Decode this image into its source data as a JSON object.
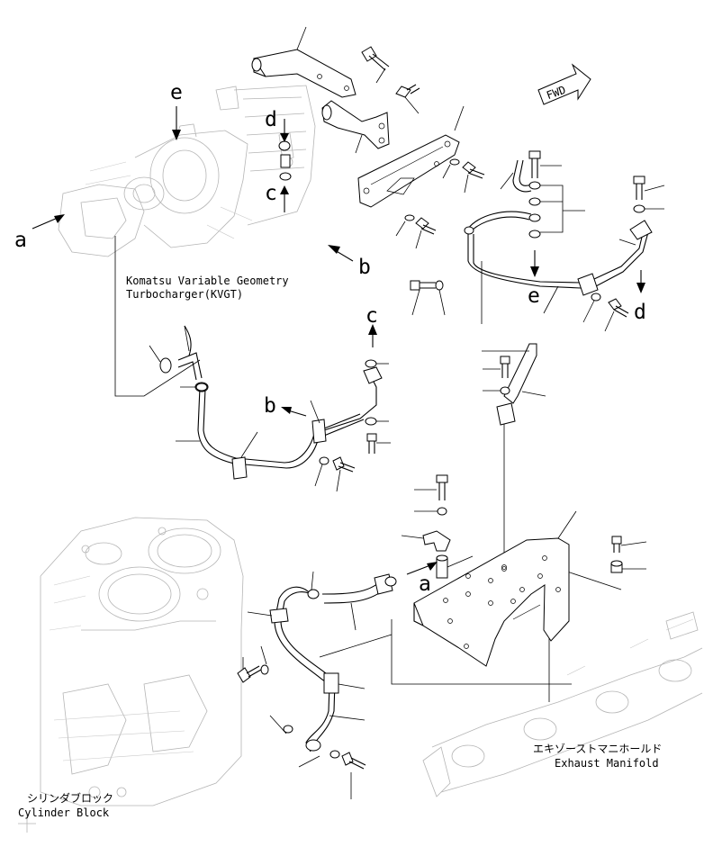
{
  "diagram": {
    "labels": {
      "a_top": "a",
      "a_bottom": "a",
      "b_top": "b",
      "b_bottom": "b",
      "c_top": "c",
      "c_bottom": "c",
      "d_top": "d",
      "d_bottom": "d",
      "e_top": "e",
      "e_bottom": "e"
    },
    "fwd": "FWD",
    "captions": {
      "kvgt_line1": "Komatsu Variable Geometry",
      "kvgt_line2": "Turbocharger(KVGT)",
      "manifold_jp": "エキゾーストマニホールド",
      "manifold_en": "Exhaust Manifold",
      "block_jp": "シリンダブロック",
      "block_en": "Cylinder Block"
    }
  }
}
